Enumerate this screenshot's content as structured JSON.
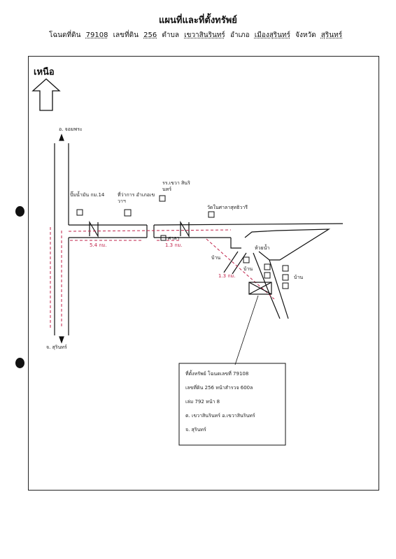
{
  "document": {
    "title": "แผนที่และที่ตั้งทรัพย์",
    "info": {
      "deed_label": "โฉนดที่ดิน",
      "deed_no": "79108",
      "land_label": "เลขที่ดิน",
      "land_no": "256",
      "subdistrict_label": "ตำบล",
      "subdistrict": "เขวาสินรินทร์",
      "district_label": "อำเภอ",
      "district": "เมืองสุรินทร์",
      "province_label": "จังหวัด",
      "province": "สุรินทร์"
    },
    "north_label": "เหนือ"
  },
  "map": {
    "road_top_label": "อ. จอมพระ",
    "road_bottom_label": "จ. สุรินทร์",
    "landmarks": {
      "gas_station": "ปั๊มน้ำมัน กม.14",
      "district_office": "ที่ว่าการ อำเภอเขวาฯ",
      "school": "รร.เขวา สินรินทร์",
      "temple": "วัดในศาลาสุทธิวารี",
      "market": "ศาลา",
      "house_a": "บ้าน",
      "house_b": "บ้าน",
      "house_c": "บ้าน",
      "water": "ห้วยน้ำ"
    },
    "distances": {
      "main_road": "5.4 กม.",
      "branch": "1.3 กม.",
      "diagonal": "1.3 กม."
    }
  },
  "note": {
    "lines": [
      "ที่ตั้งทรัพย์ โฉนดเลขที่ 79108",
      "เลขที่ดิน 256 หน้าสำรวจ 600ล",
      "เล่ม 792 หน้า 8",
      "ต. เขวาสินรินทร์ อ.เขวาสินรินทร์",
      "จ. สุรินทร์"
    ]
  }
}
